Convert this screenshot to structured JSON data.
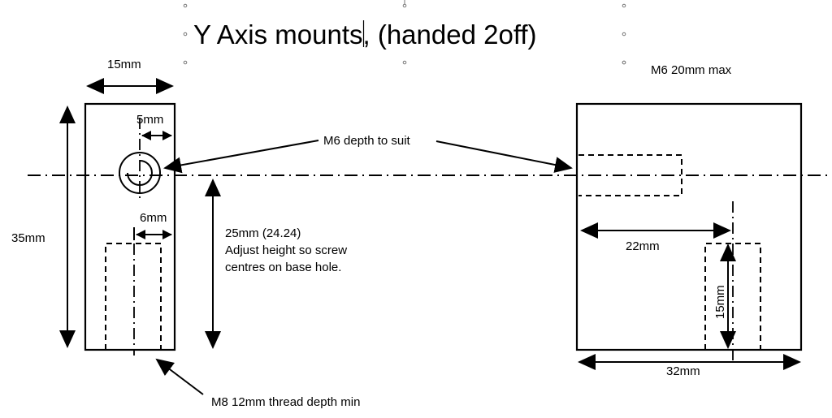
{
  "title": {
    "text_before_cursor": "Y Axis mounts",
    "text_after_cursor": ", (handed 2off)"
  },
  "left_part": {
    "width_label": "15mm",
    "height_label": "35mm",
    "hole_offset_label": "5mm",
    "bore_offset_label": "6mm",
    "center_height_label": "25mm (24.24)",
    "center_note_line1": "Adjust height so screw",
    "center_note_line2": "centres on base hole.",
    "bottom_callout": "M8 12mm thread depth min"
  },
  "shared": {
    "m6_callout": "M6 depth to suit"
  },
  "right_part": {
    "top_note": "M6 20mm max",
    "offset_label": "22mm",
    "depth_label": "15mm",
    "width_label": "32mm"
  },
  "colors": {
    "line": "#000000",
    "background": "#ffffff",
    "handle": "#777777"
  }
}
